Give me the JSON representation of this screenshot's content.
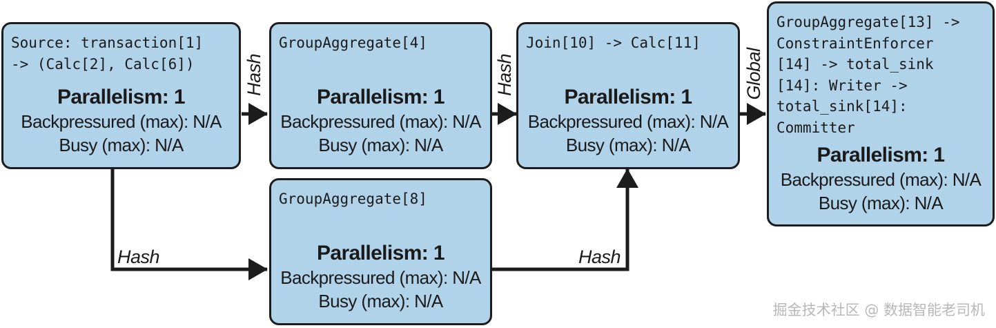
{
  "nodes": [
    {
      "operator": "Source: transaction[1]\n-> (Calc[2], Calc[6])",
      "parallelism": "Parallelism: 1",
      "backpressured": "Backpressured (max): N/A",
      "busy": "Busy (max): N/A"
    },
    {
      "operator": "GroupAggregate[4]",
      "parallelism": "Parallelism: 1",
      "backpressured": "Backpressured (max): N/A",
      "busy": "Busy (max): N/A"
    },
    {
      "operator": "Join[10] -> Calc[11]",
      "parallelism": "Parallelism: 1",
      "backpressured": "Backpressured (max): N/A",
      "busy": "Busy (max): N/A"
    },
    {
      "operator": "GroupAggregate[13] ->\nConstraintEnforcer\n[14] -> total_sink\n[14]: Writer ->\ntotal_sink[14]:\nCommitter",
      "parallelism": "Parallelism: 1",
      "backpressured": "Backpressured (max): N/A",
      "busy": "Busy (max): N/A"
    },
    {
      "operator": "GroupAggregate[8]",
      "parallelism": "Parallelism: 1",
      "backpressured": "Backpressured (max): N/A",
      "busy": "Busy (max): N/A"
    }
  ],
  "edges": [
    {
      "from": "Source: transaction[1] -> (Calc[2], Calc[6])",
      "to": "GroupAggregate[4]",
      "label": "Hash"
    },
    {
      "from": "GroupAggregate[4]",
      "to": "Join[10] -> Calc[11]",
      "label": "Hash"
    },
    {
      "from": "Join[10] -> Calc[11]",
      "to": "GroupAggregate[13] -> ConstraintEnforcer[14] -> total_sink[14]: Writer -> total_sink[14]: Committer",
      "label": "Global"
    },
    {
      "from": "Source: transaction[1] -> (Calc[2], Calc[6])",
      "to": "GroupAggregate[8]",
      "label": "Hash"
    },
    {
      "from": "GroupAggregate[8]",
      "to": "Join[10] -> Calc[11]",
      "label": "Hash"
    }
  ],
  "colors": {
    "node_fill": "#b1d3ea",
    "node_border": "#1c1c1c",
    "edge": "#1c1c1c",
    "watermark": "#b8b8b8"
  },
  "watermark": "掘金技术社区 @ 数据智能老司机"
}
